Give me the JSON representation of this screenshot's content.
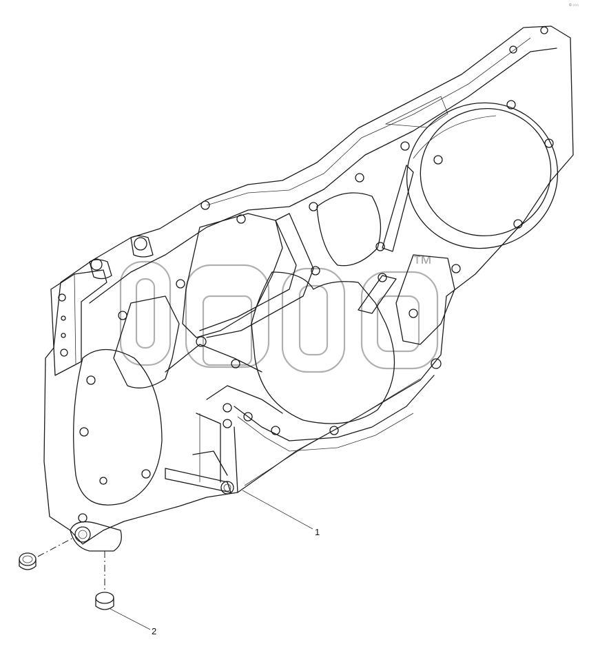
{
  "diagram": {
    "callouts": [
      {
        "id": "callout-1",
        "text": "1"
      },
      {
        "id": "callout-2",
        "text": "2"
      }
    ],
    "corner_mark": "© ○○○",
    "watermark_mark": "™",
    "colors": {
      "line": "#1a1a1a",
      "watermark": "#b0b0b0",
      "background": "#ffffff"
    }
  }
}
